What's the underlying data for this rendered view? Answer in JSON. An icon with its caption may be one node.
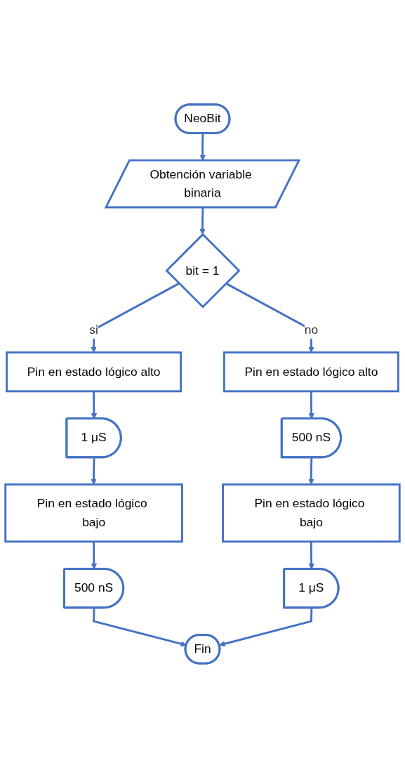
{
  "diagram": {
    "nodes": [
      {
        "text": [
          "NeoBit"
        ]
      },
      {
        "text": [
          "Obtención variable binaria"
        ]
      },
      {
        "text": [
          "bit = 1"
        ]
      },
      {
        "text": [
          "Pin en estado lógico alto"
        ]
      },
      {
        "text": [
          "1 μS"
        ]
      },
      {
        "text": [
          "Pin en estado lógico bajo"
        ]
      },
      {
        "text": [
          "500 nS"
        ]
      },
      {
        "text": [
          "Pin en estado lógico alto"
        ]
      },
      {
        "text": [
          "500 nS"
        ]
      },
      {
        "text": [
          "Pin en estado lógico bajo"
        ]
      },
      {
        "text": [
          "1 μS"
        ]
      },
      {
        "text": [
          "Fin"
        ]
      }
    ],
    "edges": [
      {
        "from": 0,
        "to": 1,
        "arrow": "to"
      },
      {
        "from": 1,
        "to": 2,
        "arrow": "to"
      },
      {
        "from": 2,
        "to": 3,
        "arrow": "to",
        "label": "si"
      },
      {
        "from": 2,
        "to": 7,
        "arrow": "to",
        "label": "no"
      },
      {
        "from": 3,
        "to": 4,
        "arrow": "to"
      },
      {
        "from": 4,
        "to": 5,
        "arrow": "to"
      },
      {
        "from": 5,
        "to": 6,
        "arrow": "to"
      },
      {
        "from": 7,
        "to": 8,
        "arrow": "to"
      },
      {
        "from": 8,
        "to": 9,
        "arrow": "to"
      },
      {
        "from": 9,
        "to": 10,
        "arrow": "to"
      },
      {
        "from": 6,
        "to": 11,
        "arrow": "to"
      },
      {
        "from": 10,
        "to": 11,
        "arrow": "to"
      }
    ]
  }
}
